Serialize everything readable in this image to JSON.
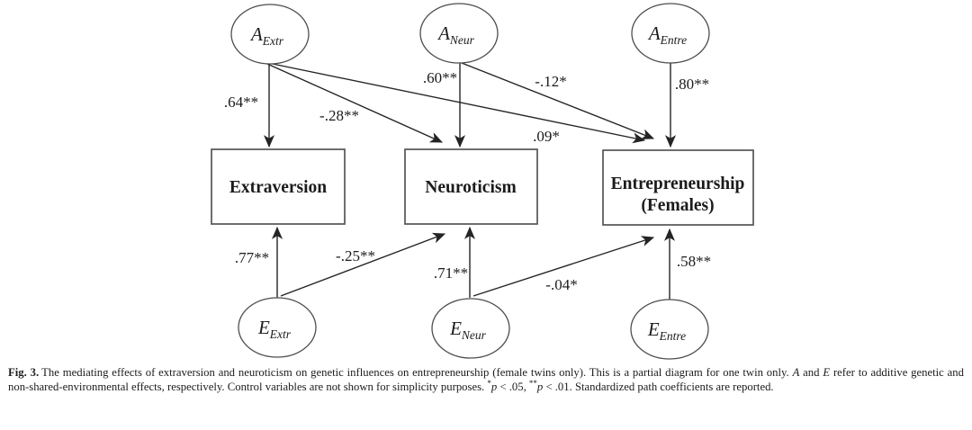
{
  "figure": {
    "caption": {
      "segments": [
        {
          "t": "Fig. 3.",
          "style": "bold"
        },
        {
          "t": "The mediating effects of extraversion and neuroticism on genetic influences on entrepreneurship (female twins only). This is a partial diagram for one twin only. ",
          "style": ""
        },
        {
          "t": "A",
          "style": "italic"
        },
        {
          "t": " and ",
          "style": ""
        },
        {
          "t": "E",
          "style": "italic"
        },
        {
          "t": " refer to additive genetic and non-shared-environmental effects, respectively. Control variables are not shown for simplicity purposes. ",
          "style": ""
        },
        {
          "t": "*",
          "style": "sup"
        },
        {
          "t": "p",
          "style": "italic"
        },
        {
          "t": " < .05, ",
          "style": ""
        },
        {
          "t": "**",
          "style": "sup"
        },
        {
          "t": "p",
          "style": "italic"
        },
        {
          "t": " < .01. Standardized path coefficients are reported.",
          "style": ""
        }
      ]
    }
  },
  "diagram": {
    "type": "path-diagram",
    "latent_top": [
      {
        "main": "A",
        "sub": "Extr"
      },
      {
        "main": "A",
        "sub": "Neur"
      },
      {
        "main": "A",
        "sub": "Entre"
      }
    ],
    "latent_bottom": [
      {
        "main": "E",
        "sub": "Extr"
      },
      {
        "main": "E",
        "sub": "Neur"
      },
      {
        "main": "E",
        "sub": "Entre"
      }
    ],
    "observed": [
      {
        "line1": "Extraversion",
        "line2": ""
      },
      {
        "line1": "Neuroticism",
        "line2": ""
      },
      {
        "line1": "Entrepreneurship",
        "line2": "(Females)"
      }
    ],
    "coefficients": [
      {
        "path": "A_Extr to Extraversion",
        "value": ".64**"
      },
      {
        "path": "A_Extr to Neuroticism",
        "value": "-.28**"
      },
      {
        "path": "A_Extr to Entrepreneurship",
        "value": ".09*"
      },
      {
        "path": "A_Neur to Neuroticism",
        "value": ".60**"
      },
      {
        "path": "A_Neur to Entrepreneurship",
        "value": "-.12*"
      },
      {
        "path": "A_Entre to Entrepreneurship",
        "value": ".80**"
      },
      {
        "path": "E_Extr to Extraversion",
        "value": ".77**"
      },
      {
        "path": "E_Extr to Neuroticism",
        "value": "-.25**"
      },
      {
        "path": "E_Neur to Neuroticism",
        "value": ".71**"
      },
      {
        "path": "E_Neur to Entrepreneurship",
        "value": "-.04*"
      },
      {
        "path": "E_Entre to Entrepreneurship",
        "value": ".58**"
      }
    ]
  }
}
